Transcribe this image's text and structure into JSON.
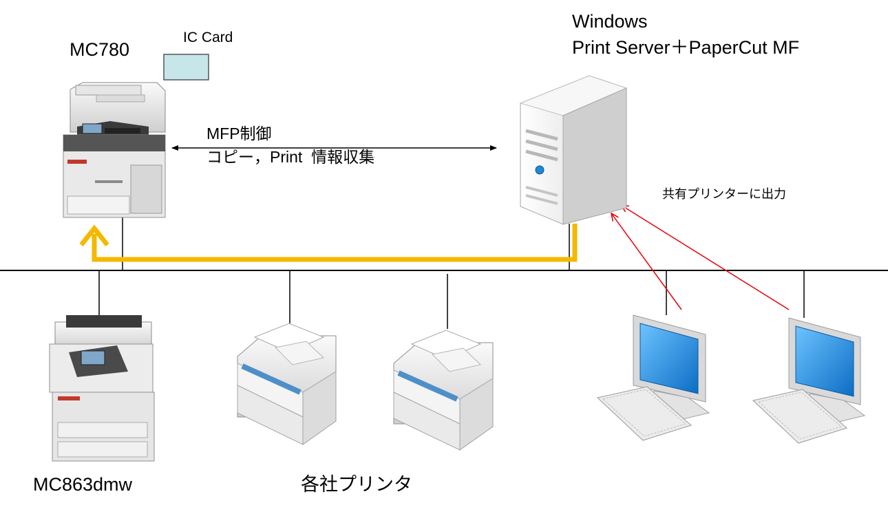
{
  "labels": {
    "mc780": "MC780",
    "ic_card": "IC Card",
    "server_line1": "Windows",
    "server_line2": "Print Server＋PaperCut MF",
    "mfp_control": "MFP制御",
    "copy_print_prefix": "コピー，Print",
    "info_collection": "情報収集",
    "shared_printer_output": "共有プリンターに出力",
    "mc863dmw": "MC863dmw",
    "vendor_printers": "各社プリンタ"
  },
  "colors": {
    "network_line": "#000000",
    "yellow_path": "#f5b800",
    "red_arrow": "#e8000b",
    "ic_card_fill": "#c6e6ea",
    "monitor_screen": "#1e88d8"
  },
  "icons": [
    "mfp-mc780-icon",
    "mfp-mc863-icon",
    "printer-icon",
    "server-tower-icon",
    "computer-icon",
    "ic-card-icon"
  ]
}
